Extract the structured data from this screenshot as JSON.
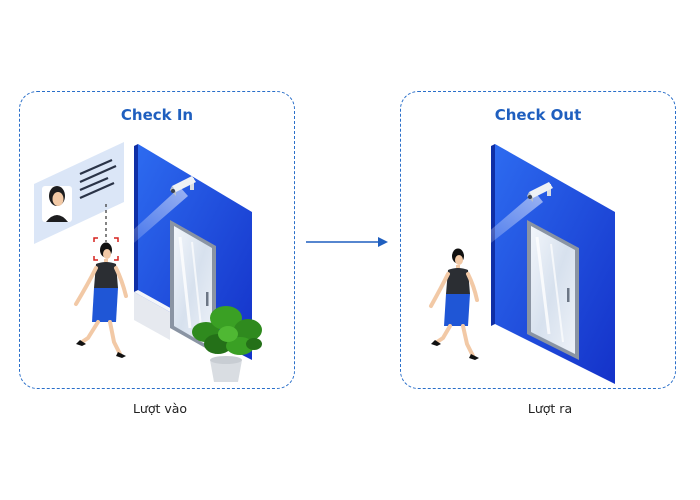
{
  "checkin": {
    "title": "Check In",
    "caption": "Lượt vào"
  },
  "checkout": {
    "title": "Check Out",
    "caption": "Lượt ra"
  },
  "colors": {
    "accent": "#1f5fbf",
    "wall": "#1a47e6",
    "border": "#2a6fc9",
    "card": "#dbe6f7"
  },
  "icons": {
    "camera": "security-camera-icon",
    "face": "face-profile-icon",
    "plant": "potted-plant-icon",
    "door": "glass-door-icon"
  }
}
